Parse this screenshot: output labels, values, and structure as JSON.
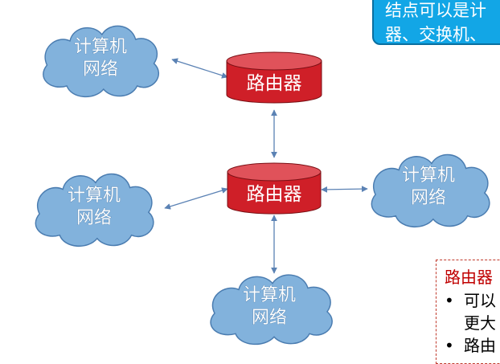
{
  "callout": {
    "line1": "结点可以是计",
    "line2": "器、交换机、"
  },
  "clouds": [
    {
      "id": "top-left",
      "line1": "计算机",
      "line2": "网络"
    },
    {
      "id": "mid-left",
      "line1": "计算机",
      "line2": "网络"
    },
    {
      "id": "right",
      "line1": "计算机",
      "line2": "网络"
    },
    {
      "id": "bottom",
      "line1": "计算机",
      "line2": "网络"
    }
  ],
  "routers": [
    {
      "id": "top",
      "label": "路由器"
    },
    {
      "id": "center",
      "label": "路由器"
    }
  ],
  "note": {
    "title": "路由器",
    "bullet1_a": "可以",
    "bullet1_b": "更大",
    "bullet2_a": "路由"
  },
  "colors": {
    "cloud_fill": "#82b2dc",
    "cloud_stroke": "#4a7cb0",
    "router_fill": "#d3202a",
    "callout_fill": "#12a6e6",
    "note_border": "#c0392b"
  }
}
